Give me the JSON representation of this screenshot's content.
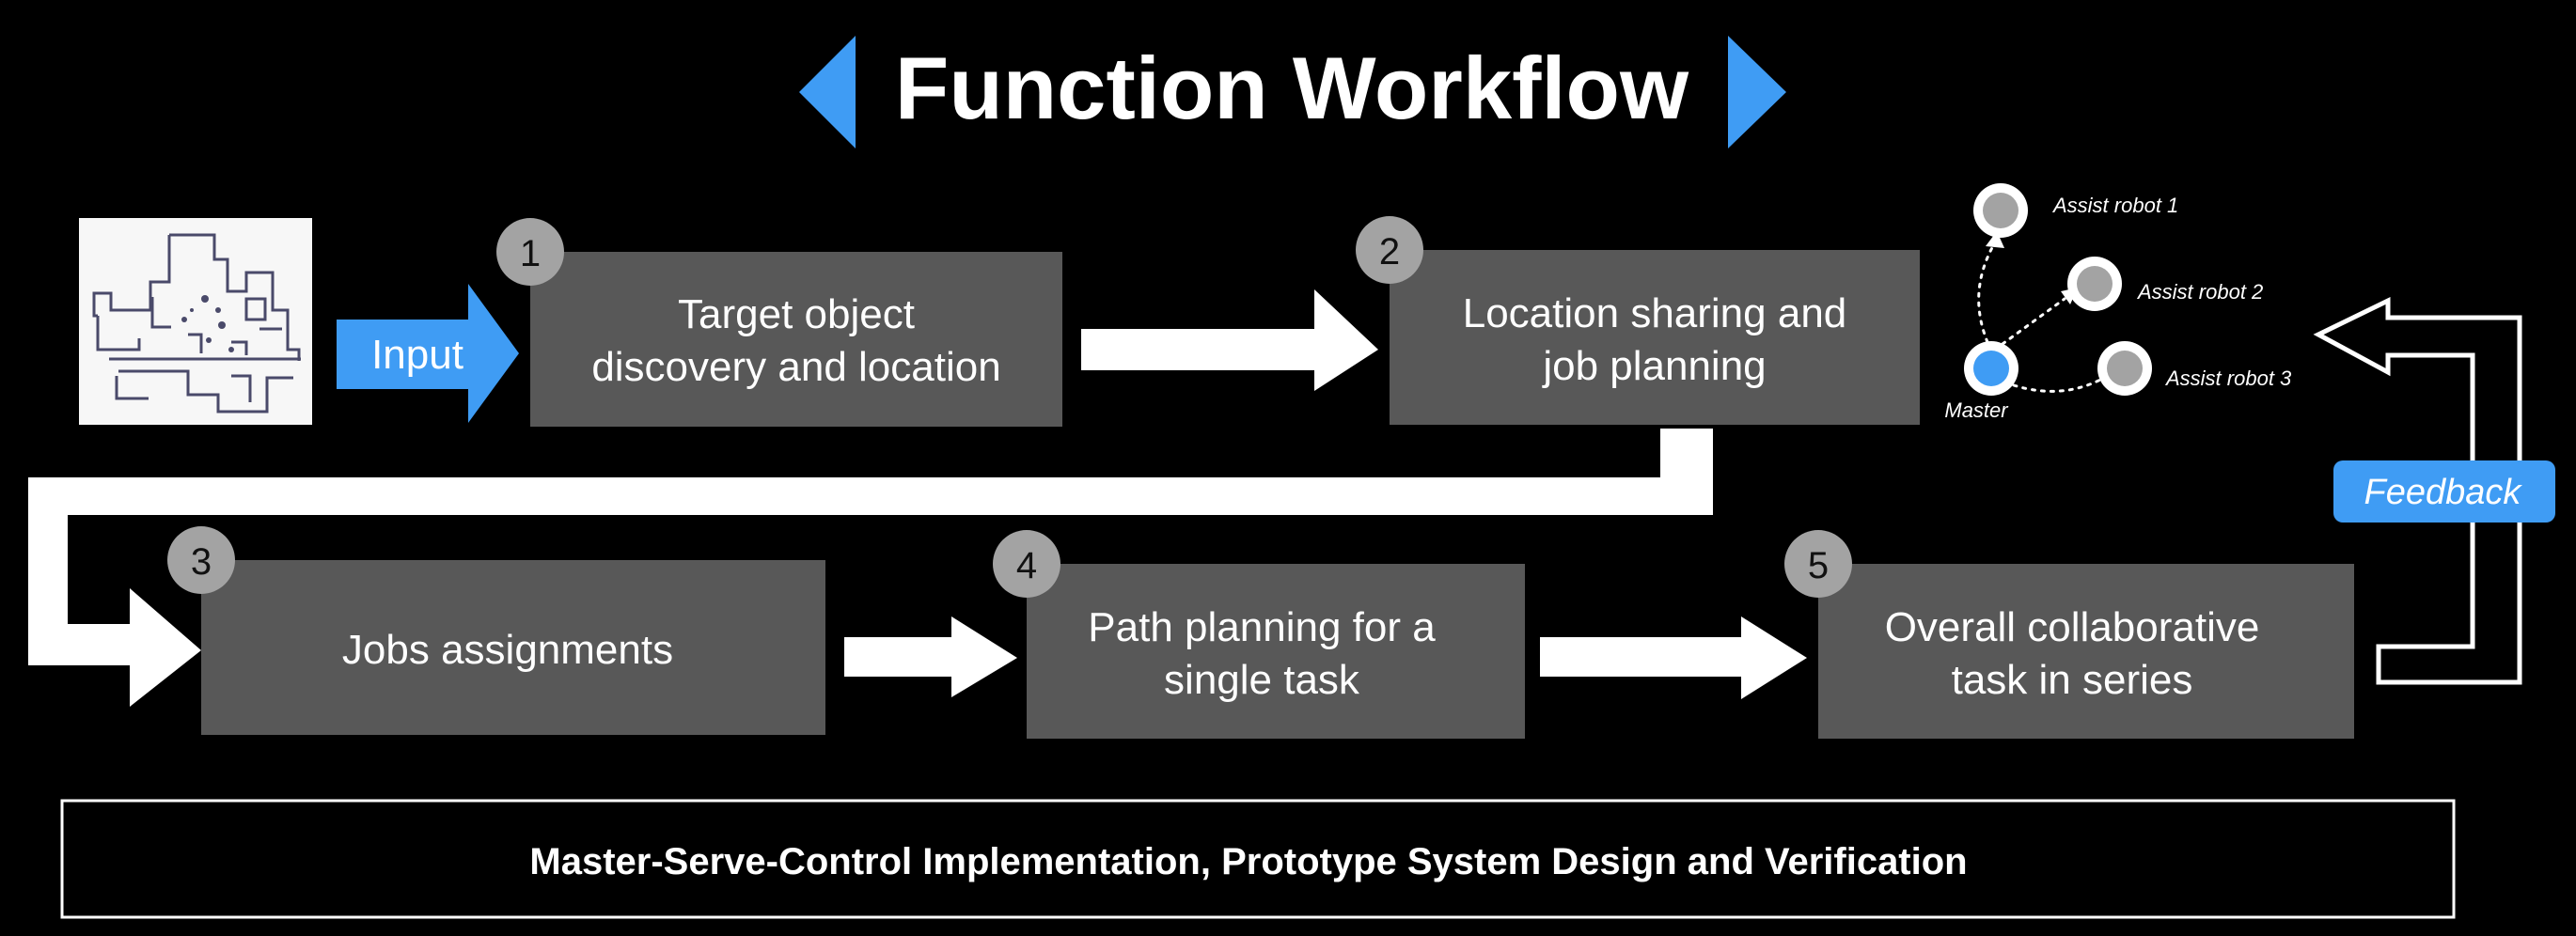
{
  "title": "Function Workflow",
  "colors": {
    "background": "#000000",
    "accent": "#3f9cf4",
    "box_fill": "#585858",
    "badge_fill": "#a3a3a3",
    "text": "#ffffff"
  },
  "input_label": "Input",
  "steps": [
    {
      "number": "1",
      "line1": "Target object",
      "line2": "discovery and location"
    },
    {
      "number": "2",
      "line1": "Location sharing and",
      "line2": "job planning"
    },
    {
      "number": "3",
      "line1": "Jobs assignments",
      "line2": ""
    },
    {
      "number": "4",
      "line1": "Path planning for a",
      "line2": "single task"
    },
    {
      "number": "5",
      "line1": "Overall collaborative",
      "line2": "task in series"
    }
  ],
  "robots": {
    "master": "Master",
    "assist": [
      "Assist robot 1",
      "Assist robot 2",
      "Assist robot 3"
    ]
  },
  "feedback_label": "Feedback",
  "footer": "Master-Serve-Control Implementation, Prototype System Design and Verification"
}
